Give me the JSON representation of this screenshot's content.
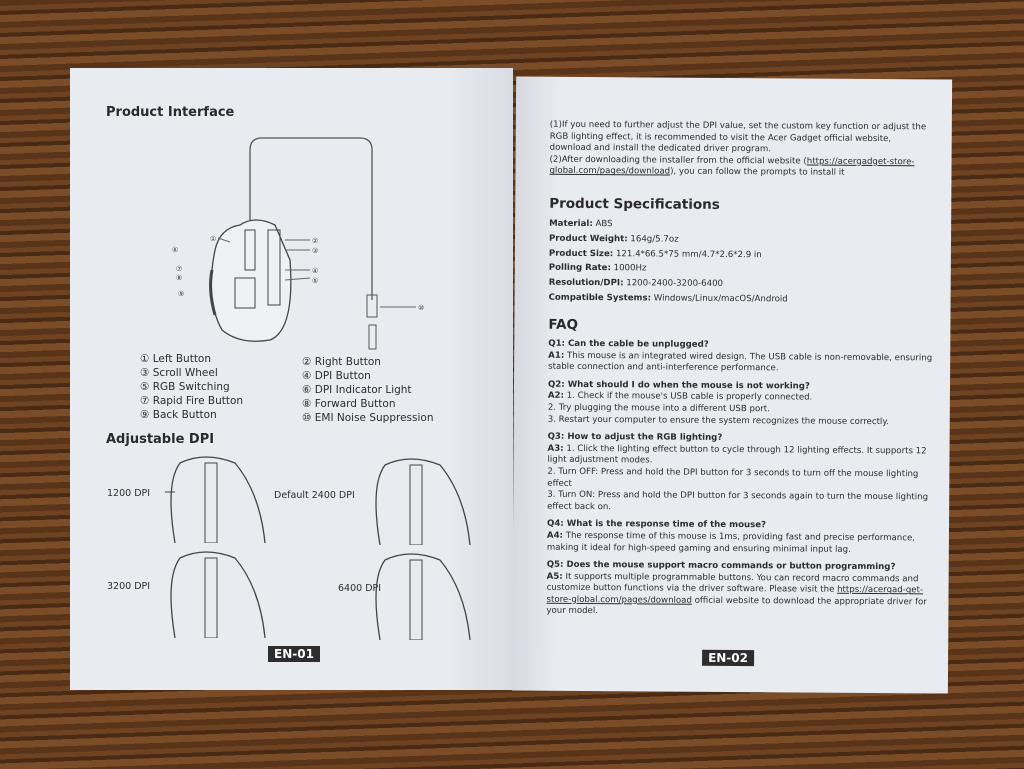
{
  "left_page": {
    "product_interface_title": "Product Interface",
    "parts_left": [
      "① Left Button",
      "③ Scroll Wheel",
      "⑤ RGB Switching",
      "⑦ Rapid Fire Button",
      "⑨ Back Button"
    ],
    "parts_right": [
      "② Right Button",
      "④ DPI Button",
      "⑥ DPI Indicator Light",
      "⑧ Forward Button",
      "⑩ EMI Noise Suppression"
    ],
    "callouts": [
      "①",
      "②",
      "③",
      "④",
      "⑤",
      "⑥",
      "⑦",
      "⑧",
      "⑨",
      "⑩"
    ],
    "adjustable_dpi_title": "Adjustable DPI",
    "dpi_labels": [
      "1200 DPI",
      "Default 2400 DPI",
      "3200 DPI",
      "6400 DPI"
    ],
    "page_badge": "EN-01"
  },
  "right_page": {
    "intro": {
      "p1": "(1)If you need to further adjust the DPI value, set the custom key function or adjust the RGB lighting effect, it is recommended to visit the Acer Gadget official website, download and install the dedicated driver program.",
      "p2_before": "(2)After downloading the installer from the official website (",
      "p2_link": "https://acergadget-store-global.com/pages/download",
      "p2_after": "), you can follow the prompts to install it"
    },
    "specs_title": "Product Specifications",
    "specs": [
      {
        "label": "Material:",
        "value": " ABS"
      },
      {
        "label": "Product Weight:",
        "value": " 164g/5.7oz"
      },
      {
        "label": "Product Size:",
        "value": " 121.4*66.5*75 mm/4.7*2.6*2.9 in"
      },
      {
        "label": "Polling Rate:",
        "value": " 1000Hz"
      },
      {
        "label": "Resolution/DPI:",
        "value": " 1200-2400-3200-6400"
      },
      {
        "label": "Compatible Systems:",
        "value": " Windows/Linux/macOS/Android"
      }
    ],
    "faq_title": "FAQ",
    "faq": [
      {
        "q": "Q1: Can the cable be unplugged?",
        "a_label": "A1:",
        "a": " This mouse is an integrated wired design. The USB cable is non-removable, ensuring stable connection and anti-interference performance."
      },
      {
        "q": "Q2: What should I do when the mouse is not working?",
        "a_label": "A2:",
        "a": " 1. Check if the mouse's USB cable is properly connected.",
        "extra": [
          "2. Try plugging the mouse into a different USB port.",
          "3. Restart your computer to ensure the system recognizes the mouse correctly."
        ]
      },
      {
        "q": "Q3: How to adjust the RGB lighting?",
        "a_label": "A3:",
        "a": " 1. Click the lighting effect button to cycle through 12 lighting effects. It supports 12 light adjustment modes.",
        "extra": [
          "2. Turn OFF: Press and hold the DPI button for 3 seconds to turn off the mouse lighting effect",
          "3. Turn ON: Press and hold the DPI button for 3 seconds again to turn the mouse lighting effect back on."
        ]
      },
      {
        "q": "Q4: What is the response time of the mouse?",
        "a_label": "A4:",
        "a": " The response time of this mouse is 1ms, providing fast and precise performance, making it ideal for high-speed gaming and ensuring minimal input lag."
      },
      {
        "q": "Q5: Does the mouse support macro commands or button programming?",
        "a_label": "A5:",
        "a": " It supports multiple programmable buttons. You can record macro commands and customize button functions via the driver software. Please visit the ",
        "a_link": "https://acergad-get-store-global.com/pages/download",
        "a_after": " official website to download the appropriate driver for your model."
      }
    ],
    "page_badge": "EN-02"
  }
}
